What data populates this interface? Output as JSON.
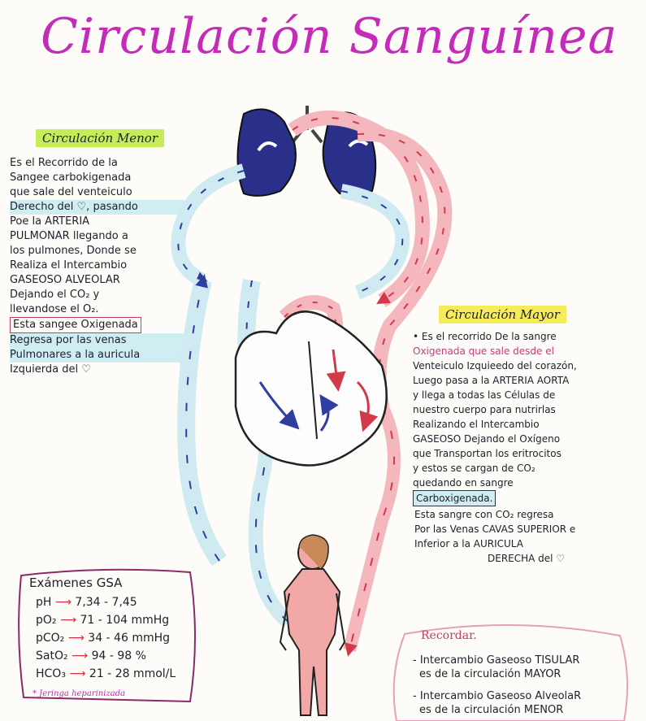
{
  "title": "Circulación Sanguínea",
  "menor": {
    "heading": "Circulación Menor",
    "lines": [
      "Es el Recorrido de la",
      "Sangee carbokigenada",
      "que sale del venteiculo",
      "Derecho del ♡, pasando",
      "Poe la ARTERIA",
      "PULMONAR llegando a",
      "los pulmones, Donde se",
      "Realiza el Intercambio",
      "GASEOSO ALVEOLAR",
      "Dejando el CO₂ y",
      "llevandose el O₂.",
      "Esta sangee Oxigenada",
      "Regresa por las venas",
      "Pulmonares a la auricula",
      "Izquierda del ♡"
    ]
  },
  "mayor": {
    "heading": "Circulación Mayor",
    "lines": [
      "• Es el recorrido De la sangre",
      "Oxigenada que sale desde el",
      "Venteiculo Izquieedo del corazón,",
      "Luego pasa a la ARTERIA AORTA",
      "y llega a todas las Células de",
      "nuestro cuerpo para nutrirlas",
      "Realizando el Intercambio",
      "GASEOSO Dejando el Oxígeno",
      "que Transportan los eritrocitos",
      "y estos se cargan de CO₂",
      "quedando en sangre",
      "Carboxigenada."
    ],
    "return_lines": [
      "Esta sangre con CO₂ regresa",
      "Por las Venas CAVAS SUPERIOR e",
      "Inferior a la AURICULA",
      "DERECHA del ♡"
    ]
  },
  "exams": {
    "title": "Exámenes GSA",
    "rows": [
      {
        "name": "pH",
        "value": "7,34 - 7,45"
      },
      {
        "name": "pO₂",
        "value": "71 - 104 mmHg"
      },
      {
        "name": "pCO₂",
        "value": "34 - 46 mmHg"
      },
      {
        "name": "SatO₂",
        "value": "94 - 98 %"
      },
      {
        "name": "HCO₃",
        "value": "21 - 28 mmol/L"
      }
    ],
    "note": "* Jeringa heparinizada"
  },
  "recordar": {
    "title": "Recordar.",
    "items": [
      {
        "line1": "- Intercambio Gaseoso TISULAR",
        "line2": "es de la circulación MAYOR"
      },
      {
        "line1": "- Intercambio Gaseoso AlveolaR",
        "line2": "es de la circulación MENOR"
      }
    ]
  },
  "colors": {
    "title": "#c42bb8",
    "oxygenated": "#d23a4a",
    "deoxygenated": "#2f3fa0",
    "vessel_blue": "#cfeaf0",
    "vessel_red": "#f4b7bd",
    "lungs": "#2a2f8a",
    "body": "#f3a8a8",
    "highlight_green": "#c7ec5a",
    "highlight_yellow": "#f6ec5a"
  }
}
